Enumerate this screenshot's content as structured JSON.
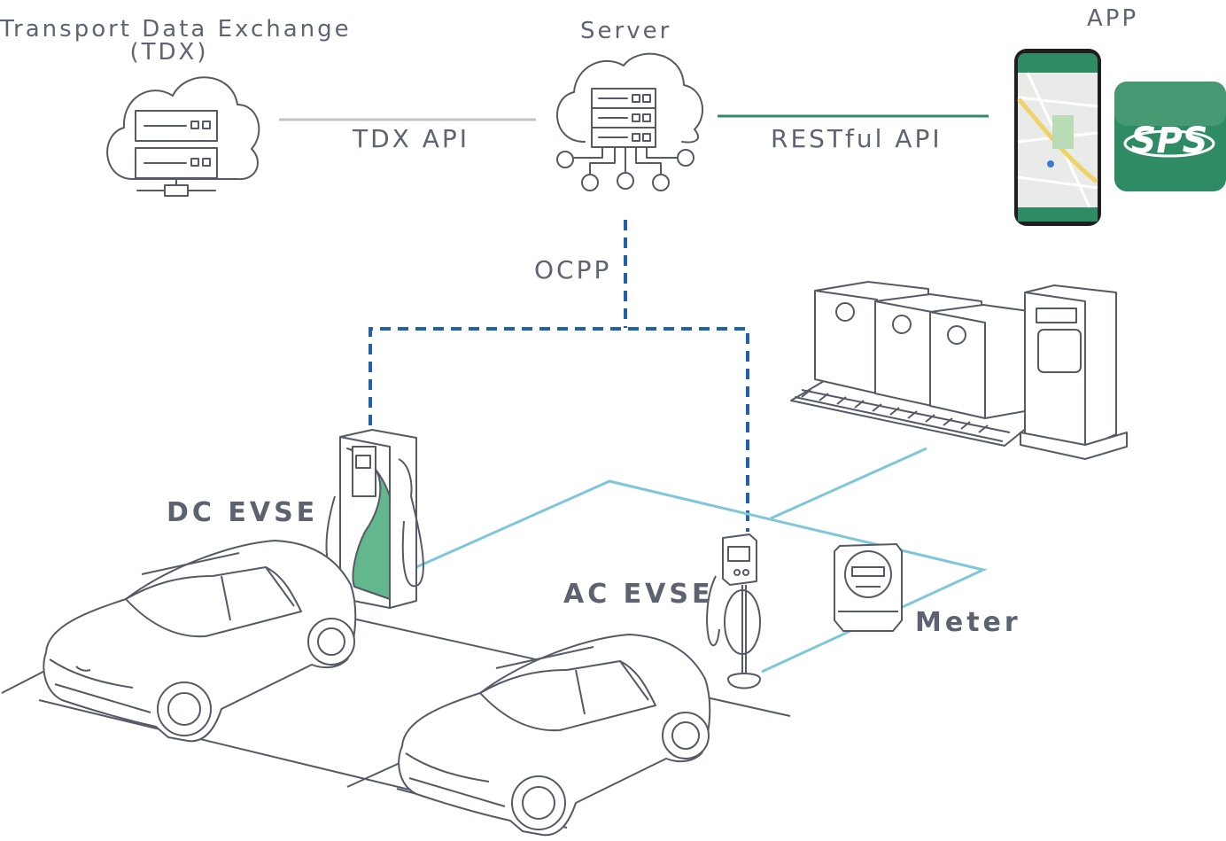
{
  "labels": {
    "tdx_line1": "Transport Data Exchange",
    "tdx_line2": "(TDX)",
    "server": "Server",
    "app": "APP",
    "tdx_api": "TDX API",
    "restful_api": "RESTful API",
    "ocpp": "OCPP",
    "dc_evse": "DC EVSE",
    "ac_evse": "AC EVSE",
    "meter": "Meter"
  },
  "icons": [
    "tdx-cloud-server-icon",
    "server-cloud-icon",
    "smartphone-app-icon",
    "app-logo-icon",
    "dc-charger-icon",
    "ac-charger-icon",
    "energy-storage-icon",
    "meter-icon",
    "car-icon"
  ],
  "colors": {
    "outline": "#555a66",
    "tdx_link": "#c3c3c3",
    "restful_link": "#2f8c64",
    "ocpp_link": "#1f62a8",
    "power_line": "#7ec6d9",
    "brand_green": "#2e8b63",
    "accent_green": "#62b78c"
  }
}
